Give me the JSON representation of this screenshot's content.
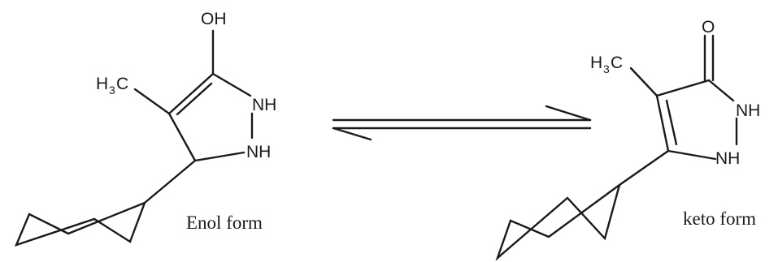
{
  "enol": {
    "oh_label": "OH",
    "methyl_h": "H",
    "methyl_sub": "3",
    "methyl_c": "C",
    "nh_top": "NH",
    "nh_bottom": "NH",
    "caption": "Enol form"
  },
  "keto": {
    "o_label": "O",
    "methyl_h": "H",
    "methyl_sub": "3",
    "methyl_c": "C",
    "nh_top": "NH",
    "nh_bottom": "NH",
    "caption": "keto form"
  },
  "equilibrium": {
    "type": "harpoons"
  }
}
